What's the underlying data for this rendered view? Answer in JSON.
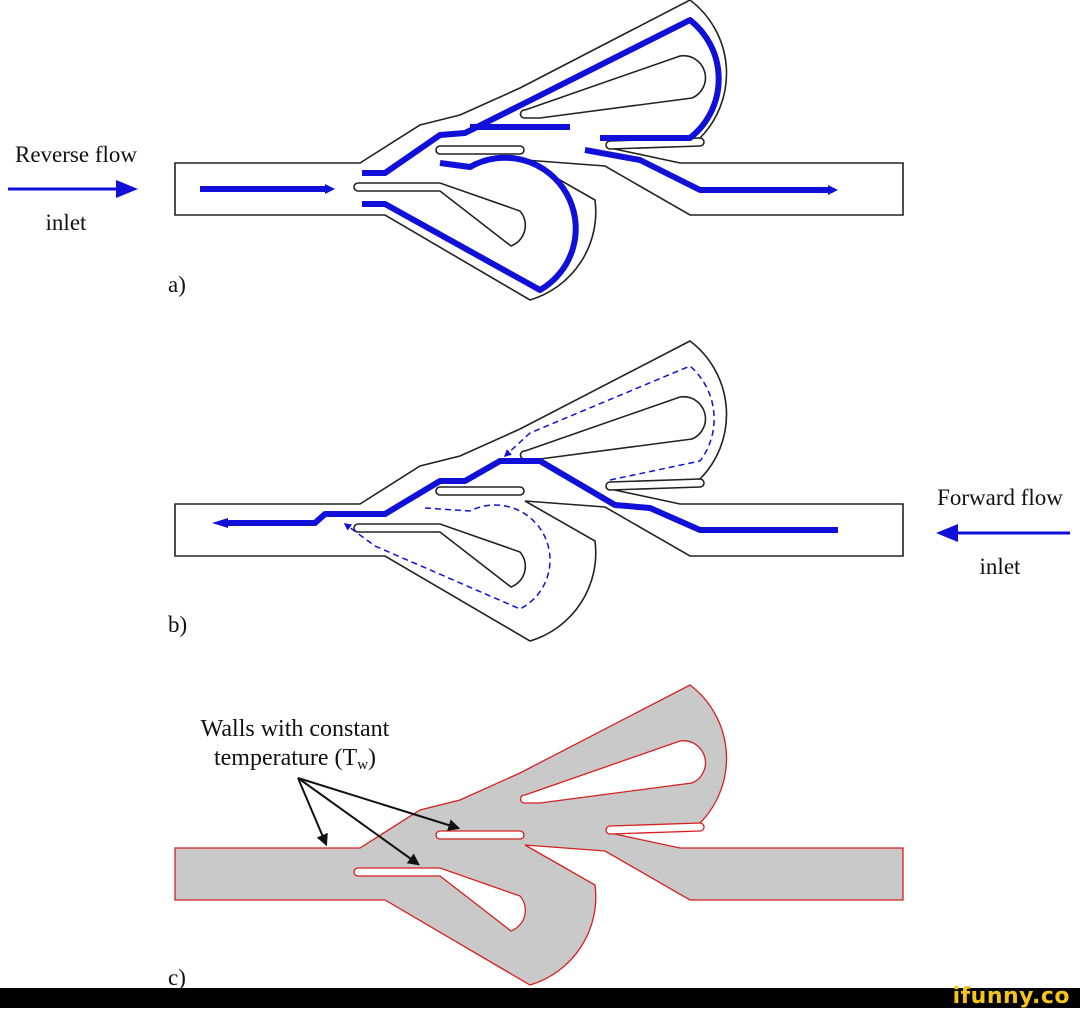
{
  "labels": {
    "reverse_flow": "Reverse flow",
    "reverse_inlet": "inlet",
    "panel_a": "a)",
    "forward_flow": "Forward flow",
    "forward_inlet": "inlet",
    "panel_b": "b)",
    "walls_line1": "Walls with constant",
    "walls_line2_main": "temperature (T",
    "walls_line2_sub": "w",
    "walls_line2_end": ")",
    "panel_c": "c)"
  },
  "brand": "ifunny.co",
  "colors": {
    "flow_blue": "#1010d8",
    "outline": "#222222",
    "wall_red": "#d42020",
    "fill_gray": "#c9c9c9",
    "footer_bg": "#000000",
    "brand_yellow": "#f5c518"
  }
}
